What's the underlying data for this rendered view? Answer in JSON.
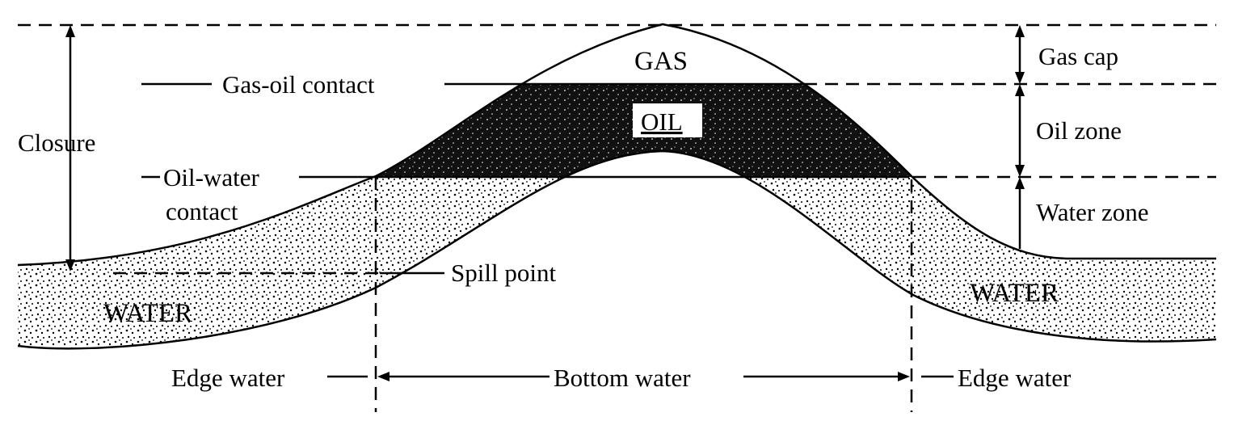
{
  "labels": {
    "gas": "GAS",
    "oil": "OIL",
    "water_left": "WATER",
    "water_right": "WATER",
    "gas_oil_contact": "Gas-oil contact",
    "oil_water_line1": "Oil-water",
    "oil_water_line2": "contact",
    "closure": "Closure",
    "spill_point": "Spill point",
    "gas_cap": "Gas cap",
    "oil_zone": "Oil zone",
    "water_zone": "Water zone",
    "edge_water_left": "Edge water",
    "bottom_water": "Bottom water",
    "edge_water_right": "Edge water"
  },
  "colors": {
    "ink": "#000000",
    "paper": "#ffffff",
    "oil_fill": "#111111"
  }
}
